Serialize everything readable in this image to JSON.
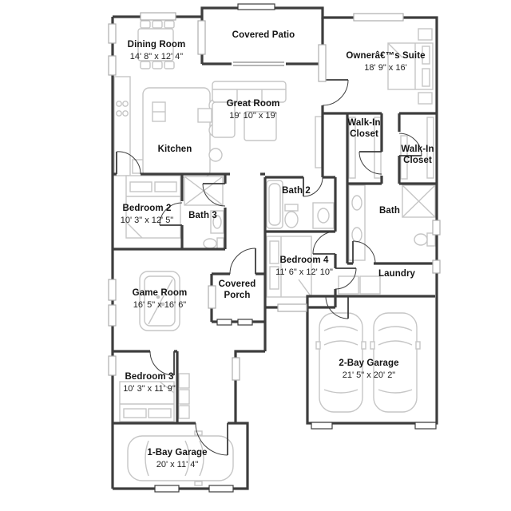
{
  "plan": {
    "colors": {
      "wall": "#3d3d3d",
      "furniture": "#c6c6c6",
      "window_border": "#adadad",
      "text": "#141414",
      "background": "#ffffff"
    },
    "rooms": [
      {
        "name": "Dining Room",
        "dims": "14' 8\" x 12' 4\""
      },
      {
        "name": "Covered Patio",
        "dims": ""
      },
      {
        "name": "Ownerâ€™s Suite",
        "dims": "18' 9\" x 16'"
      },
      {
        "name": "Great Room",
        "dims": "19' 10\" x 19'"
      },
      {
        "name": "Kitchen",
        "dims": ""
      },
      {
        "name": "Walk-In Closet",
        "dims": ""
      },
      {
        "name": "Walk-In Closet",
        "dims": ""
      },
      {
        "name": "Bath 2",
        "dims": ""
      },
      {
        "name": "Bath",
        "dims": ""
      },
      {
        "name": "Bedroom 2",
        "dims": "10' 3\" x 12' 5\""
      },
      {
        "name": "Bath 3",
        "dims": ""
      },
      {
        "name": "Bedroom 4",
        "dims": "11' 6\" x 12' 10\""
      },
      {
        "name": "Laundry",
        "dims": ""
      },
      {
        "name": "Game Room",
        "dims": "16' 5\" x 16' 6\""
      },
      {
        "name": "Covered Porch",
        "dims": ""
      },
      {
        "name": "Bedroom 3",
        "dims": "10' 3\" x 11' 9\""
      },
      {
        "name": "2-Bay Garage",
        "dims": "21' 5\" x 20' 2\""
      },
      {
        "name": "1-Bay Garage",
        "dims": "20' x 11' 4\""
      }
    ]
  }
}
